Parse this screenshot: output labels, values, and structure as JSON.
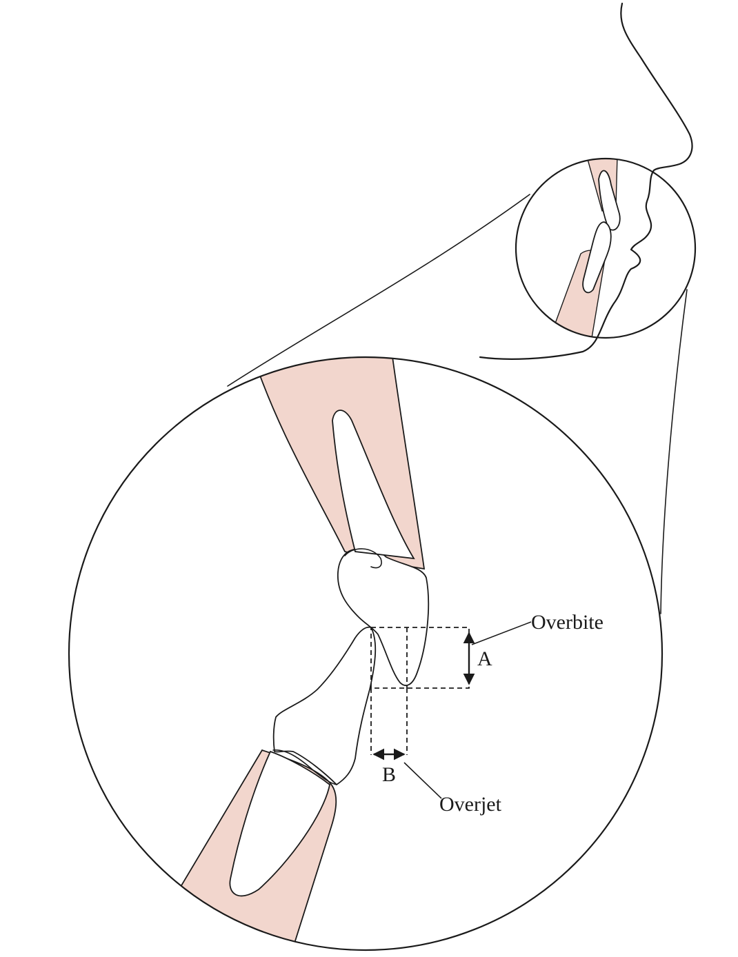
{
  "labels": {
    "overbite": "Overbite",
    "overjet": "Overjet",
    "a": "A",
    "b": "B"
  },
  "colors": {
    "bone": "#f2d6cd",
    "line": "#1a1a1a",
    "background": "#ffffff"
  }
}
